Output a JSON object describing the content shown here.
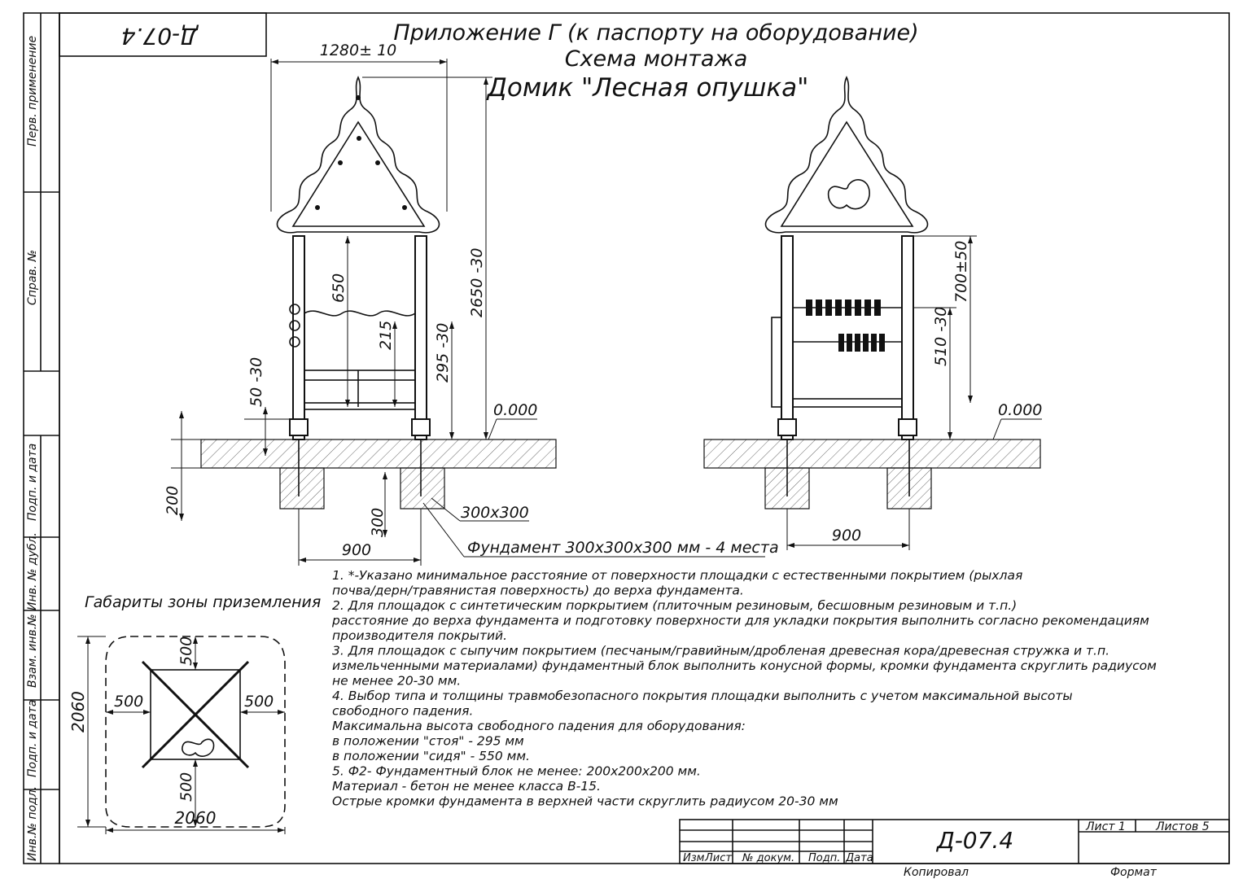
{
  "stamp_code_top": "Д-07.4",
  "title": {
    "line1": "Приложение Г (к паспорту на оборудование)",
    "line2": "Схема монтажа",
    "line3": "Домик \"Лесная опушка\""
  },
  "side_frame": {
    "perv_primenenie": "Перв. применение",
    "sprav_no": "Справ. №",
    "podp_data_1": "Подп. и дата",
    "inv_dubl": "Инв. № дубл.",
    "vzam_inv": "Взам. инв.№",
    "podp_data_2": "Подп. и дата",
    "inv_podl": "Инв.№ подл."
  },
  "dimensions": {
    "width_top": "1280± 10",
    "height_total": "2650 -30",
    "dim_650": "650",
    "dim_215": "215",
    "dim_295": "295 -30",
    "dim_50": "50 -30",
    "dim_200": "200",
    "dim_300": "300",
    "dim_900_left": "900",
    "dim_900_right": "900",
    "level_left": "0.000",
    "level_right": "0.000",
    "dim_700": "700±50",
    "dim_510": "510 -30",
    "found_size": "300х300",
    "found_note": "Фундамент 300х300х300 мм - 4 места"
  },
  "zone": {
    "caption": "Габариты зоны приземления",
    "top": "500",
    "left": "500",
    "right": "500",
    "bottom": "500",
    "height": "2060",
    "width": "2060"
  },
  "notes": [
    "1. *-Указано минимальное расстояние от поверхности площадки с естественными покрытием (рыхлая",
    "почва/дерн/травянистая поверхность) до верха фундамента.",
    "2. Для площадок с синтетическим поркрытием (плиточным резиновым, бесшовным резиновым и т.п.)",
    "расстояние до верха фундамента и подготовку поверхности для укладки покрытия выполнить согласно рекомендациям",
    "производителя покрытий.",
    "3. Для площадок с сыпучим покрытием (песчаным/гравийным/дробленая древесная кора/древесная стружка и т.п.",
    "измельченными материалами) фундаментный блок выполнить конусной формы, кромки фундамента скруглить радиусом",
    "не менее 20-30 мм.",
    "4. Выбор типа и толщины травмобезопасного покрытия площадки выполнить с учетом максимальной высоты",
    "свободного падения.",
    "Максимальна высота свободного падения для оборудования:",
    " в положении \"стоя\" - 295 мм",
    " в положении \"сидя\" - 550 мм.",
    "5. Ф2- Фундаментный блок не менее: 200х200х200 мм.",
    "Материал - бетон не менее класса В-15.",
    "Острые кромки фундамента в верхней части скруглить радиусом 20-30 мм"
  ],
  "title_block": {
    "code": "Д-07.4",
    "sheet": "Лист 1",
    "sheets": "Листов 5",
    "izm": "Изм",
    "list": "Лист",
    "doc_no": "№ докум.",
    "podp": "Подп.",
    "data": "Дата",
    "kopiroval": "Копировал",
    "format": "Формат"
  }
}
